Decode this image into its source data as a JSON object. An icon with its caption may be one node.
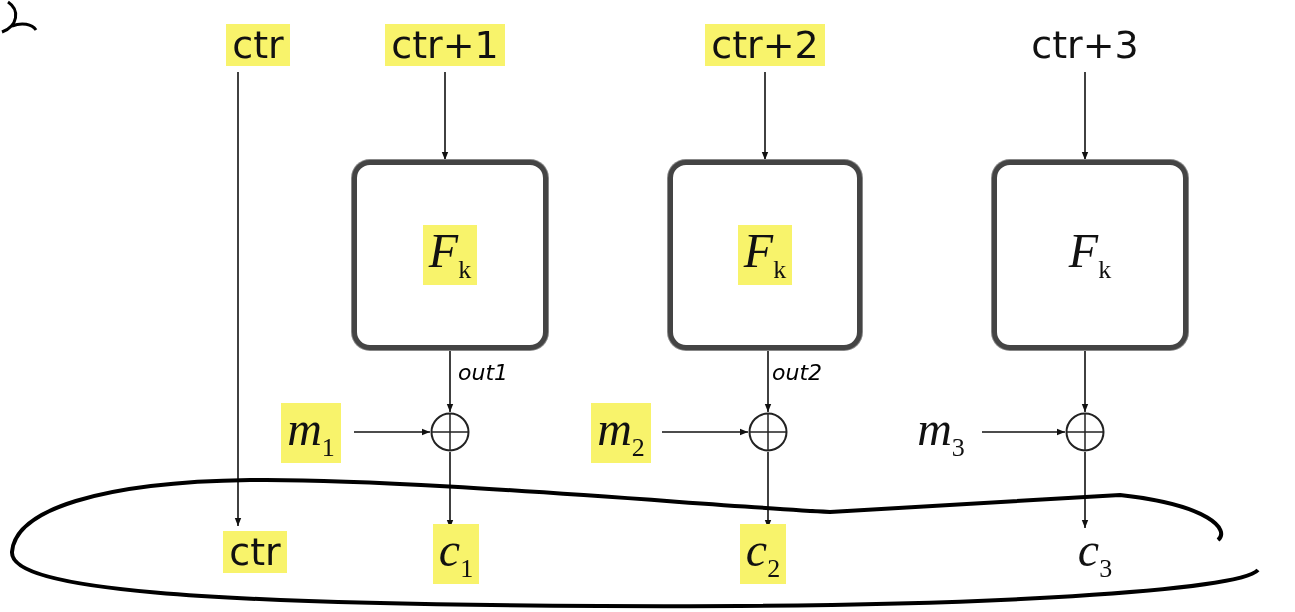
{
  "diagram": {
    "nodes": [
      {
        "text": [
          "ctr"
        ]
      },
      {
        "text": [
          "ctr+1"
        ]
      },
      {
        "text": [
          "ctr+2"
        ]
      },
      {
        "text": [
          "ctr+3"
        ]
      },
      {
        "text": [
          "F$_{k}$"
        ]
      },
      {
        "text": [
          "F$_{k}$"
        ]
      },
      {
        "text": [
          "F$_{k}$"
        ]
      },
      {
        "text": [],
        "shape": "circle"
      },
      {
        "text": [],
        "shape": "circle"
      },
      {
        "text": [],
        "shape": "circle"
      },
      {
        "text": [
          "m$_{1}$"
        ]
      },
      {
        "text": [
          "m$_{2}$"
        ]
      },
      {
        "text": [
          "m$_{3}$"
        ]
      },
      {
        "text": [
          "ctr"
        ]
      },
      {
        "text": [
          "c$_{1}$"
        ]
      },
      {
        "text": [
          "c$_{2}$"
        ]
      },
      {
        "text": [
          "c$_{3}$"
        ]
      }
    ],
    "edges": [
      {
        "from": 0,
        "to": 13,
        "arrow": "to"
      },
      {
        "from": 1,
        "to": 4,
        "arrow": "to"
      },
      {
        "from": 2,
        "to": 5,
        "arrow": "to"
      },
      {
        "from": 3,
        "to": 6,
        "arrow": "to"
      },
      {
        "from": 4,
        "to": 7,
        "arrow": "to"
      },
      {
        "from": 5,
        "to": 8,
        "arrow": "to"
      },
      {
        "from": 6,
        "to": 9,
        "arrow": "to"
      },
      {
        "from": 10,
        "to": 7,
        "arrow": "to"
      },
      {
        "from": 11,
        "to": 8,
        "arrow": "to"
      },
      {
        "from": 12,
        "to": 9,
        "arrow": "to"
      },
      {
        "from": 7,
        "to": 14,
        "arrow": "to"
      },
      {
        "from": 8,
        "to": 15,
        "arrow": "to"
      },
      {
        "from": 9,
        "to": 16,
        "arrow": "to"
      }
    ],
    "labels": [
      "out1",
      "out2"
    ]
  }
}
